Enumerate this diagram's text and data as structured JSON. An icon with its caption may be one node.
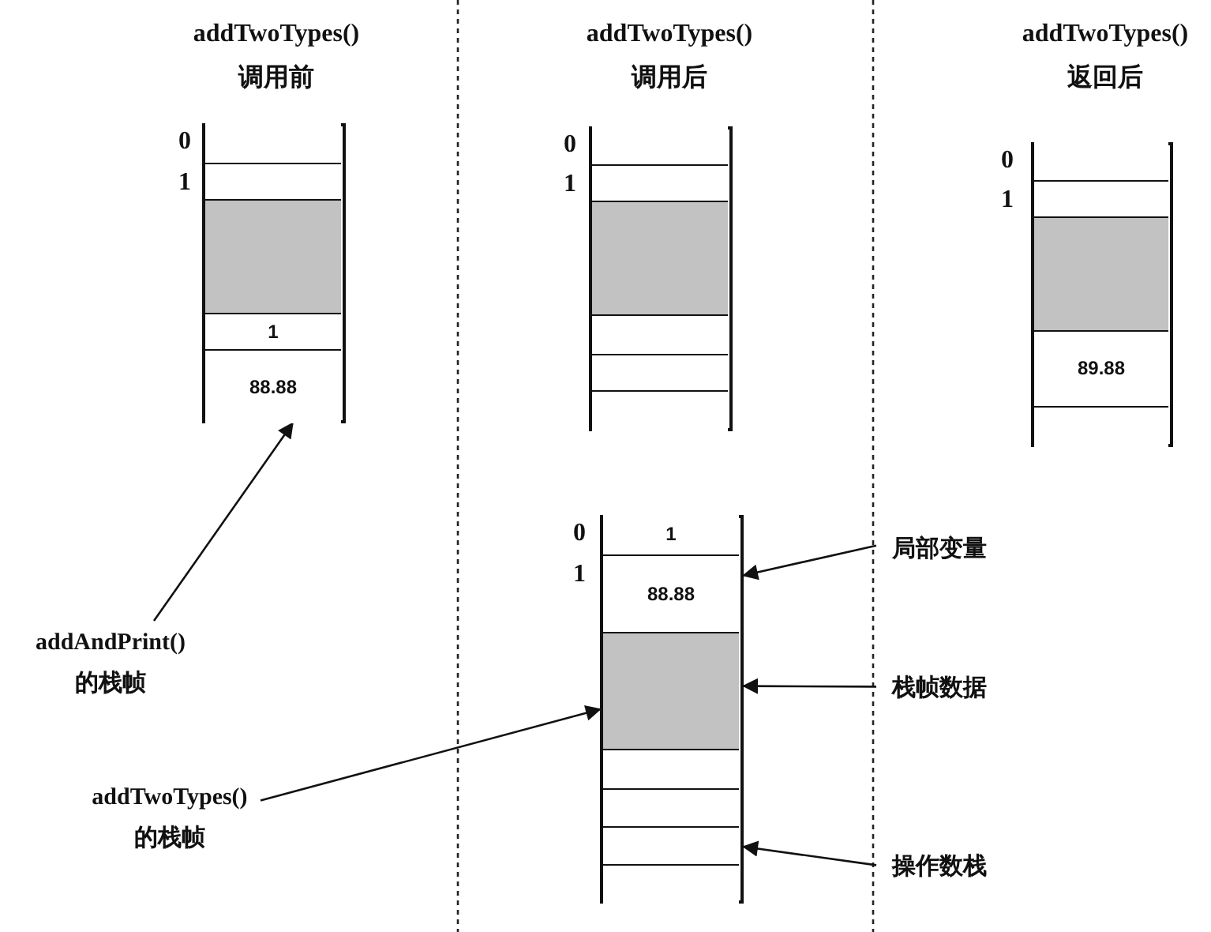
{
  "diagram": {
    "nodes": [
      {
        "text": [],
        "shape": "box"
      },
      {
        "text": [],
        "shape": "box",
        "in": 0,
        "beside": [
          "0"
        ]
      },
      {
        "text": [],
        "shape": "box",
        "in": 0,
        "beside": [
          "1"
        ]
      },
      {
        "text": [],
        "shape": "box",
        "in": 0
      },
      {
        "text": [
          "1"
        ],
        "in": 0
      },
      {
        "text": [
          "88.88"
        ],
        "in": 0
      },
      {
        "text": [],
        "shape": "box"
      },
      {
        "text": [],
        "shape": "box",
        "in": 6,
        "beside": [
          "0"
        ]
      },
      {
        "text": [],
        "shape": "box",
        "in": 6,
        "beside": [
          "1"
        ]
      },
      {
        "text": [],
        "shape": "box",
        "in": 6
      },
      {
        "text": [],
        "shape": "box",
        "in": 6
      },
      {
        "text": [],
        "shape": "box",
        "in": 6
      },
      {
        "text": [],
        "shape": "box",
        "in": 6
      },
      {
        "text": [],
        "shape": "box"
      },
      {
        "text": [],
        "shape": "box",
        "in": 13,
        "beside": [
          "0"
        ]
      },
      {
        "text": [],
        "shape": "box",
        "in": 13,
        "beside": [
          "1"
        ]
      },
      {
        "text": [],
        "shape": "box",
        "in": 13
      },
      {
        "text": [
          "89.88"
        ],
        "in": 13
      },
      {
        "text": [],
        "shape": "box",
        "in": 13
      },
      {
        "text": [
          "addAndPrint() 的栈帧"
        ]
      },
      {
        "text": [],
        "shape": "box"
      },
      {
        "text": [
          "1"
        ],
        "in": 20,
        "beside": [
          "0"
        ]
      },
      {
        "text": [
          "88.88"
        ],
        "in": 20,
        "beside": [
          "1"
        ]
      },
      {
        "text": [],
        "shape": "box",
        "in": 20
      },
      {
        "text": [],
        "shape": "box",
        "in": 20
      },
      {
        "text": [],
        "shape": "box",
        "in": 20
      },
      {
        "text": [],
        "shape": "box",
        "in": 20
      },
      {
        "text": [],
        "shape": "box",
        "in": 20
      },
      {
        "text": [
          "addTwoTypes() 的栈帧"
        ]
      },
      {
        "text": [
          "局部变量"
        ]
      },
      {
        "text": [
          "栈帧数据"
        ]
      },
      {
        "text": [
          "操作数栈"
        ]
      }
    ],
    "edges": [
      {
        "from": 19,
        "to": 0,
        "arrow": "to"
      },
      {
        "from": 28,
        "to": 20,
        "arrow": "to"
      },
      {
        "from": 29,
        "to": 22,
        "arrow": "to"
      },
      {
        "from": 30,
        "to": 23,
        "arrow": "to"
      },
      {
        "from": 31,
        "to": 26,
        "arrow": "to"
      }
    ],
    "labels": [
      "addTwoTypes()",
      "调用前",
      "addTwoTypes()",
      "调用后",
      "addTwoTypes()",
      "返回后"
    ]
  }
}
